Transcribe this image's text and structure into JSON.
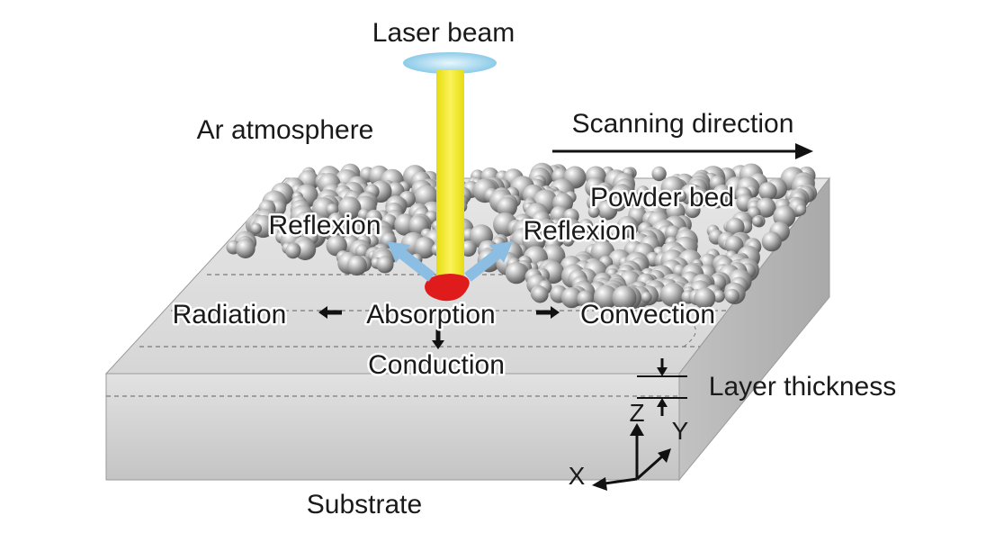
{
  "labels": {
    "laser_beam": "Laser beam",
    "atmosphere": "Ar atmosphere",
    "scanning_direction": "Scanning direction",
    "powder_bed": "Powder bed",
    "reflexion_left": "Reflexion",
    "reflexion_right": "Reflexion",
    "radiation": "Radiation",
    "absorption": "Absorption",
    "convection": "Convection",
    "conduction": "Conduction",
    "layer_thickness": "Layer thickness",
    "substrate": "Substrate",
    "axis_x": "X",
    "axis_y": "Y",
    "axis_z": "Z"
  },
  "colors": {
    "laser_beam": "#f2ea2a",
    "laser_lens": "#9fd3ec",
    "reflexion_arrows": "#8cbde3",
    "melt_pool": "#e01b1b",
    "substrate_top": "#dcdcdc",
    "substrate_front": "#cfcfcf",
    "substrate_side": "#b9b9b9",
    "powder": "#a9a9a9"
  }
}
